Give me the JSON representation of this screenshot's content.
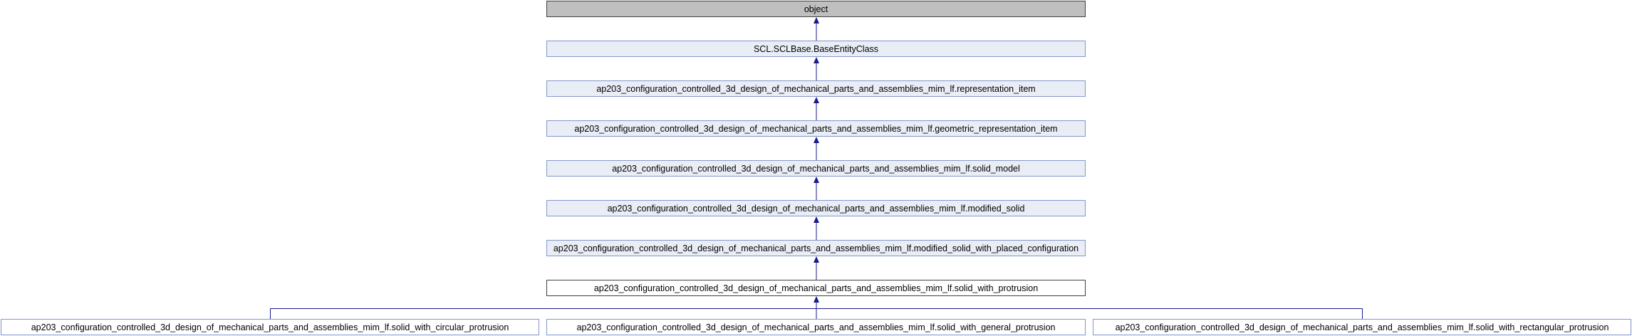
{
  "diagram": {
    "nodes": [
      {
        "id": "n0",
        "label": "object",
        "kind": "root"
      },
      {
        "id": "n1",
        "label": "SCL.SCLBase.BaseEntityClass",
        "kind": "ancestor"
      },
      {
        "id": "n2",
        "label": "ap203_configuration_controlled_3d_design_of_mechanical_parts_and_assemblies_mim_lf.representation_item",
        "kind": "ancestor"
      },
      {
        "id": "n3",
        "label": "ap203_configuration_controlled_3d_design_of_mechanical_parts_and_assemblies_mim_lf.geometric_representation_item",
        "kind": "ancestor"
      },
      {
        "id": "n4",
        "label": "ap203_configuration_controlled_3d_design_of_mechanical_parts_and_assemblies_mim_lf.solid_model",
        "kind": "ancestor"
      },
      {
        "id": "n5",
        "label": "ap203_configuration_controlled_3d_design_of_mechanical_parts_and_assemblies_mim_lf.modified_solid",
        "kind": "ancestor"
      },
      {
        "id": "n6",
        "label": "ap203_configuration_controlled_3d_design_of_mechanical_parts_and_assemblies_mim_lf.modified_solid_with_placed_configuration",
        "kind": "ancestor"
      },
      {
        "id": "n7",
        "label": "ap203_configuration_controlled_3d_design_of_mechanical_parts_and_assemblies_mim_lf.solid_with_protrusion",
        "kind": "current"
      },
      {
        "id": "n8",
        "label": "ap203_configuration_controlled_3d_design_of_mechanical_parts_and_assemblies_mim_lf.solid_with_circular_protrusion",
        "kind": "leaf"
      },
      {
        "id": "n9",
        "label": "ap203_configuration_controlled_3d_design_of_mechanical_parts_and_assemblies_mim_lf.solid_with_general_protrusion",
        "kind": "leaf"
      },
      {
        "id": "n10",
        "label": "ap203_configuration_controlled_3d_design_of_mechanical_parts_and_assemblies_mim_lf.solid_with_rectangular_protrusion",
        "kind": "leaf"
      }
    ],
    "edges": [
      {
        "from": "n1",
        "to": "n0"
      },
      {
        "from": "n2",
        "to": "n1"
      },
      {
        "from": "n3",
        "to": "n2"
      },
      {
        "from": "n4",
        "to": "n3"
      },
      {
        "from": "n5",
        "to": "n4"
      },
      {
        "from": "n6",
        "to": "n5"
      },
      {
        "from": "n7",
        "to": "n6"
      },
      {
        "from": "n8",
        "to": "n7"
      },
      {
        "from": "n9",
        "to": "n7"
      },
      {
        "from": "n10",
        "to": "n7"
      }
    ],
    "colors": {
      "edge": "#1a1a8c",
      "node_fill": "#e8edf6",
      "node_border": "#8497cc",
      "root_fill": "#bfbfbf",
      "current_fill": "#ffffff"
    }
  }
}
